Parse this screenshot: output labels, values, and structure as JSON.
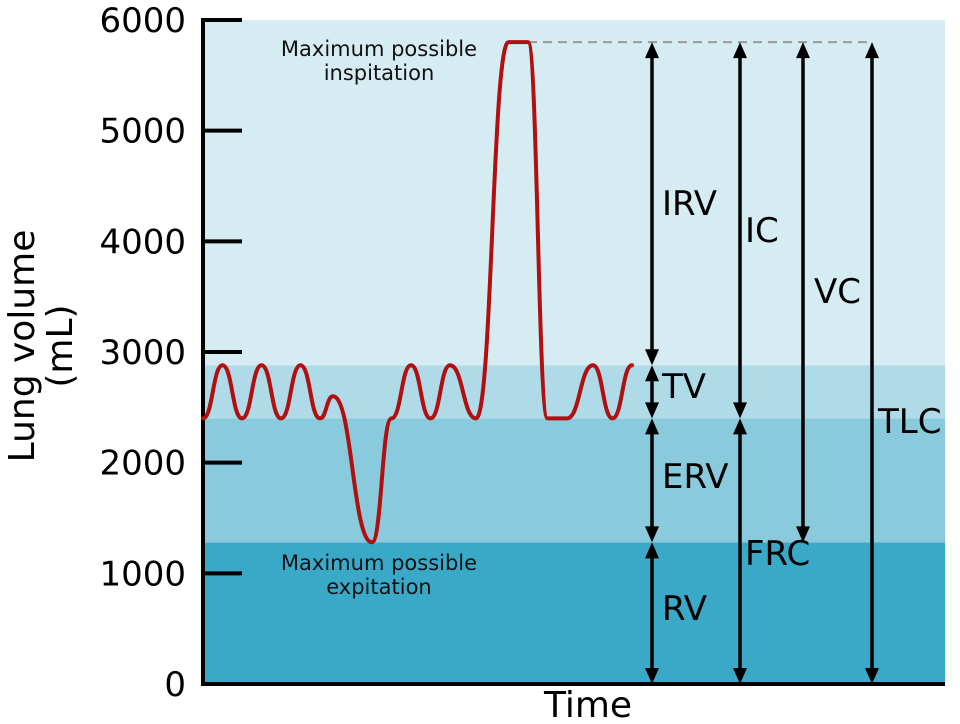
{
  "chart_data": {
    "type": "line",
    "xlabel": "Time",
    "ylabel_lines": [
      "Lung volume",
      "(mL)"
    ],
    "ylim": [
      0,
      6000
    ],
    "yticks": [
      0,
      1000,
      2000,
      3000,
      4000,
      5000,
      6000
    ],
    "ytick_labels": [
      "0",
      "1000",
      "2000",
      "3000",
      "4000",
      "5000",
      "6000"
    ],
    "grid": false,
    "bands": [
      {
        "name": "RV region",
        "from": 0,
        "to": 1280,
        "color": "#3aa9c8"
      },
      {
        "name": "ERV region",
        "from": 1280,
        "to": 2400,
        "color": "#89cbdc"
      },
      {
        "name": "TV region",
        "from": 2400,
        "to": 2880,
        "color": "#aedbe7"
      },
      {
        "name": "IRV region",
        "from": 2880,
        "to": 6000,
        "color": "#d6ecf3"
      }
    ],
    "reference_lines": [
      {
        "name": "maximum inspiration",
        "y": 5800,
        "style": "dashed",
        "color": "#999999"
      }
    ],
    "series": [
      {
        "color": "#b01010",
        "x": [
          0,
          0.03,
          0.06,
          0.09,
          0.12,
          0.15,
          0.18,
          0.2,
          0.26,
          0.29,
          0.32,
          0.35,
          0.38,
          0.42,
          0.47,
          0.5,
          0.53,
          0.56,
          0.6,
          0.63,
          0.66
        ],
        "y": [
          2400,
          2880,
          2400,
          2880,
          2400,
          2880,
          2400,
          2600,
          1280,
          2400,
          2880,
          2400,
          2880,
          2400,
          5800,
          5800,
          2400,
          2400,
          2880,
          2400,
          2880
        ]
      }
    ],
    "annotations": [
      {
        "id": "max-insp",
        "lines": [
          "Maximum possible",
          "inspitation"
        ],
        "y": 5800
      },
      {
        "id": "max-exp",
        "lines": [
          "Maximum possible",
          "expitation"
        ],
        "y": 1000
      }
    ],
    "volumes": [
      {
        "label": "IRV",
        "from": 2880,
        "to": 5800
      },
      {
        "label": "TV",
        "from": 2400,
        "to": 2880
      },
      {
        "label": "ERV",
        "from": 1280,
        "to": 2400
      },
      {
        "label": "RV",
        "from": 0,
        "to": 1280
      },
      {
        "label": "IC",
        "from": 2400,
        "to": 5800
      },
      {
        "label": "FRC",
        "from": 0,
        "to": 2400
      },
      {
        "label": "VC",
        "from": 1280,
        "to": 5800
      },
      {
        "label": "TLC",
        "from": 0,
        "to": 5800
      }
    ]
  }
}
